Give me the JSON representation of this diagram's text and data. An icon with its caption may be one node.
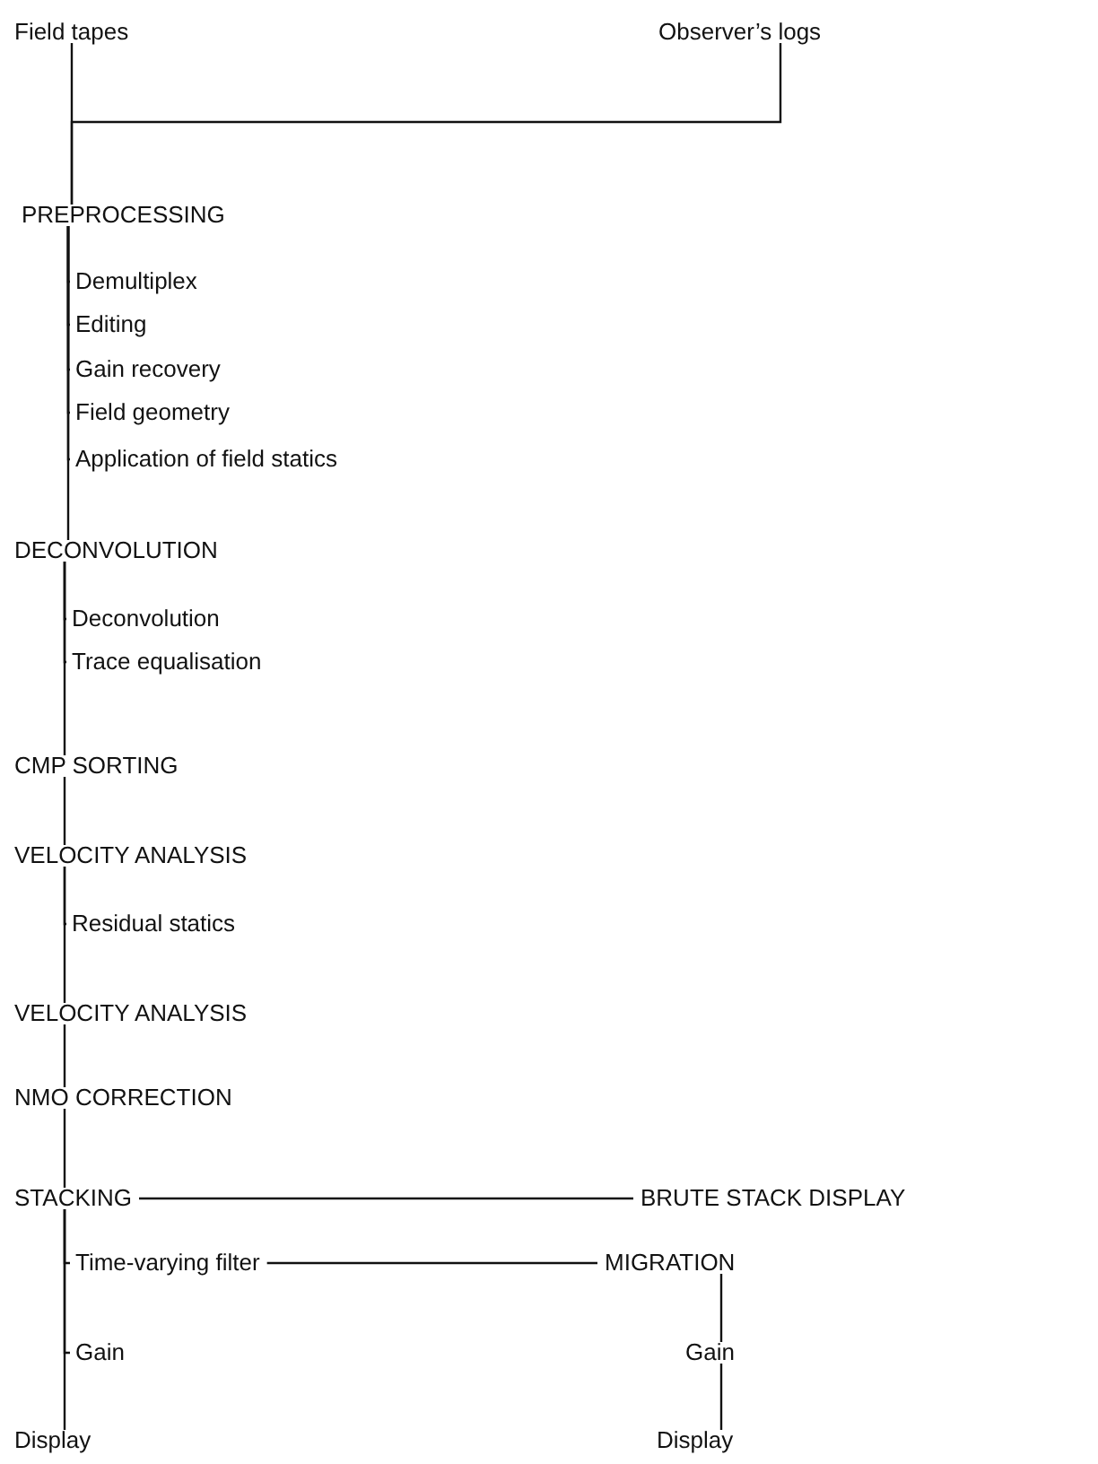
{
  "diagram": {
    "nodes": [
      {
        "text": [
          "Field tapes"
        ]
      },
      {
        "text": [
          "Observer’s logs"
        ]
      },
      {
        "text": [
          "PREPROCESSING"
        ]
      },
      {
        "text": [
          "Demultiplex"
        ]
      },
      {
        "text": [
          "Editing"
        ]
      },
      {
        "text": [
          "Gain recovery"
        ]
      },
      {
        "text": [
          "Field geometry"
        ]
      },
      {
        "text": [
          "Application of field statics"
        ]
      },
      {
        "text": [
          "DECONVOLUTION"
        ]
      },
      {
        "text": [
          "Deconvolution"
        ]
      },
      {
        "text": [
          "Trace equalisation"
        ]
      },
      {
        "text": [
          "CMP SORTING"
        ]
      },
      {
        "text": [
          "VELOCITY ANALYSIS"
        ]
      },
      {
        "text": [
          "Residual statics"
        ]
      },
      {
        "text": [
          "VELOCITY ANALYSIS"
        ]
      },
      {
        "text": [
          "NMO CORRECTION"
        ]
      },
      {
        "text": [
          "STACKING"
        ]
      },
      {
        "text": [
          "BRUTE STACK DISPLAY"
        ]
      },
      {
        "text": [
          "Time-varying filter"
        ]
      },
      {
        "text": [
          "MIGRATION"
        ]
      },
      {
        "text": [
          "Gain"
        ]
      },
      {
        "text": [
          "Gain"
        ]
      },
      {
        "text": [
          "Display"
        ]
      },
      {
        "text": [
          "Display"
        ]
      }
    ],
    "edges": [
      {
        "from": 0,
        "to": 2,
        "arrow": "none"
      },
      {
        "from": 1,
        "to": 2,
        "arrow": "none"
      },
      {
        "from": 2,
        "to": 3,
        "arrow": "none"
      },
      {
        "from": 2,
        "to": 4,
        "arrow": "none"
      },
      {
        "from": 2,
        "to": 5,
        "arrow": "none"
      },
      {
        "from": 2,
        "to": 6,
        "arrow": "none"
      },
      {
        "from": 2,
        "to": 7,
        "arrow": "none"
      },
      {
        "from": 2,
        "to": 8,
        "arrow": "none"
      },
      {
        "from": 8,
        "to": 9,
        "arrow": "none"
      },
      {
        "from": 8,
        "to": 10,
        "arrow": "none"
      },
      {
        "from": 8,
        "to": 11,
        "arrow": "none"
      },
      {
        "from": 11,
        "to": 12,
        "arrow": "none"
      },
      {
        "from": 12,
        "to": 13,
        "arrow": "none"
      },
      {
        "from": 12,
        "to": 14,
        "arrow": "none"
      },
      {
        "from": 14,
        "to": 15,
        "arrow": "none"
      },
      {
        "from": 15,
        "to": 16,
        "arrow": "none"
      },
      {
        "from": 16,
        "to": 17,
        "arrow": "none"
      },
      {
        "from": 16,
        "to": 18,
        "arrow": "none"
      },
      {
        "from": 18,
        "to": 19,
        "arrow": "none"
      },
      {
        "from": 16,
        "to": 20,
        "arrow": "none"
      },
      {
        "from": 16,
        "to": 22,
        "arrow": "none"
      },
      {
        "from": 19,
        "to": 21,
        "arrow": "none"
      },
      {
        "from": 21,
        "to": 23,
        "arrow": "none"
      }
    ]
  }
}
